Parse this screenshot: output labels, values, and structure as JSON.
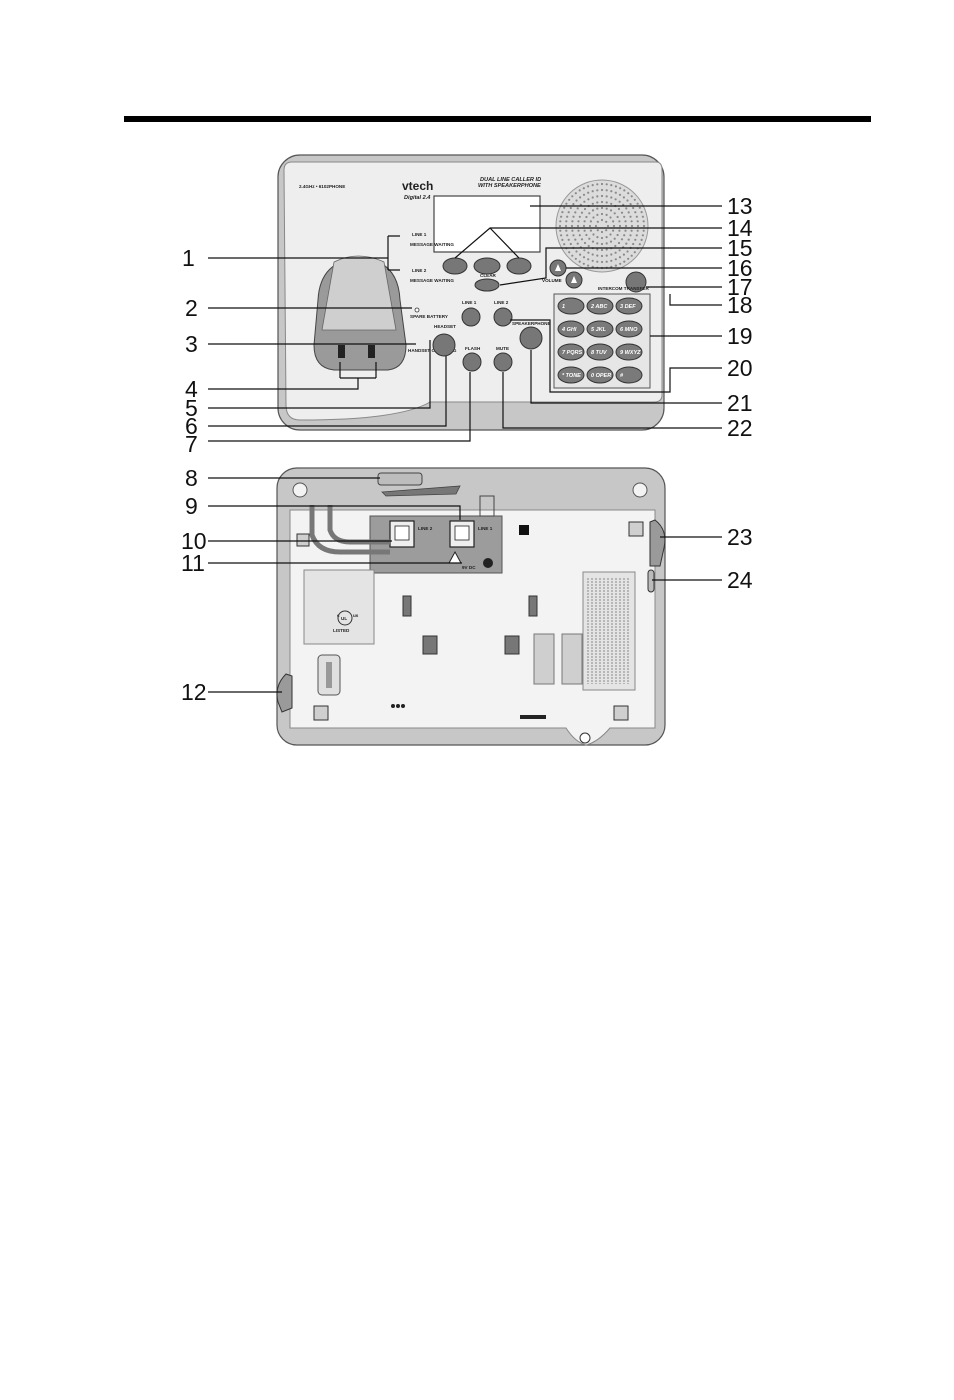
{
  "brand": {
    "logo_text": "vtech",
    "tagline": "Digital 2.4",
    "band_label": "2.4GHz • 6102PHONE",
    "product_line1": "DUAL LINE CALLER ID",
    "product_line2": "WITH SPEAKERPHONE"
  },
  "front_labels": {
    "line1_led": "LINE 1",
    "message_waiting_1": "MESSAGE WAITING",
    "line2_led": "LINE 2",
    "message_waiting_2": "MESSAGE WAITING",
    "spare_battery": "SPARE BATTERY",
    "handset_charging": "HANDSET CHARGING",
    "headset": "HEADSET",
    "line1_btn": "LINE 1",
    "line2_btn": "LINE 2",
    "speakerphone": "SPEAKERPHONE",
    "flash": "FLASH",
    "mute": "MUTE",
    "clear": "CLEAR",
    "volume": "VOLUME",
    "intercom": "INTERCOM TRANSFER"
  },
  "keypad": [
    [
      "1",
      "2 ABC",
      "3 DEF"
    ],
    [
      "4 GHI",
      "5 JKL",
      "6 MNO"
    ],
    [
      "7 PQRS",
      "8 TUV",
      "9 WXYZ"
    ],
    [
      "* TONE",
      "0 OPER",
      "#"
    ]
  ],
  "back_labels": {
    "line2_jack": "LINE 2",
    "line1_jack": "LINE 1",
    "dc_label": "9V DC",
    "ul_listed": "LISTED",
    "ul_mark": "UL",
    "ul_c": "c",
    "ul_us": "us"
  },
  "callouts": {
    "c1": "1",
    "c2": "2",
    "c3": "3",
    "c4": "4",
    "c5": "5",
    "c6": "6",
    "c7": "7",
    "c8": "8",
    "c9": "9",
    "c10": "10",
    "c11": "11",
    "c12": "12",
    "c13": "13",
    "c14": "14",
    "c15": "15",
    "c16": "16",
    "c17": "17",
    "c18": "18",
    "c19": "19",
    "c20": "20",
    "c21": "21",
    "c22": "22",
    "c23": "23",
    "c24": "24"
  }
}
